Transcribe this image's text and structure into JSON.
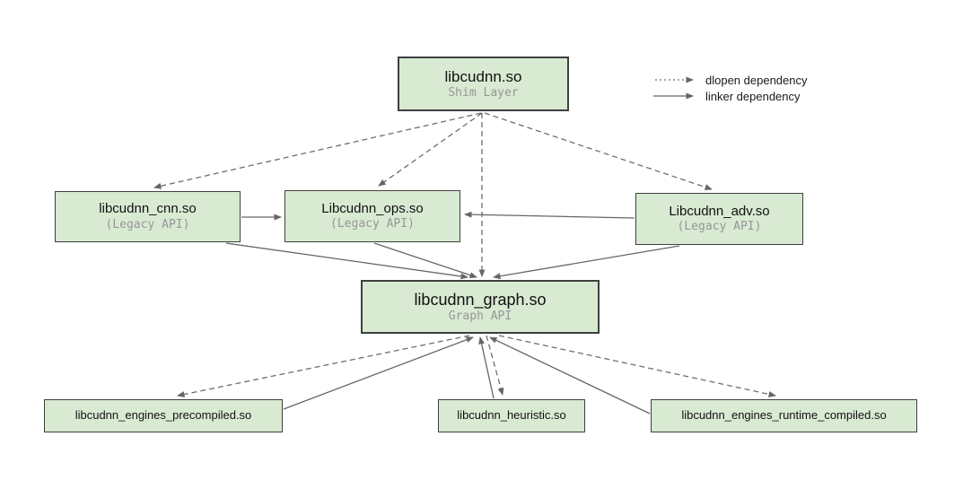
{
  "diagram": {
    "description": "cuDNN shared library dependency diagram"
  },
  "colors": {
    "node_fill": "#d9ead3",
    "node_border": "#3f3f3f",
    "edge": "#666666",
    "subtitle_text": "#969696",
    "title_text": "#111111"
  },
  "nodes": {
    "shim": {
      "title": "libcudnn.so",
      "subtitle": "Shim Layer"
    },
    "cnn": {
      "title": "libcudnn_cnn.so",
      "subtitle": "(Legacy API)"
    },
    "ops": {
      "title": "Libcudnn_ops.so",
      "subtitle": "(Legacy API)"
    },
    "adv": {
      "title": "Libcudnn_adv.so",
      "subtitle": "(Legacy API)"
    },
    "graph": {
      "title": "libcudnn_graph.so",
      "subtitle": "Graph API"
    },
    "precompiled": {
      "title": "libcudnn_engines_precompiled.so"
    },
    "heuristic": {
      "title": "libcudnn_heuristic.so"
    },
    "runtime": {
      "title": "libcudnn_engines_runtime_compiled.so"
    }
  },
  "edges": [
    {
      "from": "shim",
      "to": "cnn",
      "type": "dlopen"
    },
    {
      "from": "shim",
      "to": "ops",
      "type": "dlopen"
    },
    {
      "from": "shim",
      "to": "graph",
      "type": "dlopen"
    },
    {
      "from": "shim",
      "to": "adv",
      "type": "dlopen"
    },
    {
      "from": "graph",
      "to": "precompiled",
      "type": "dlopen"
    },
    {
      "from": "graph",
      "to": "heuristic",
      "type": "dlopen"
    },
    {
      "from": "graph",
      "to": "runtime",
      "type": "dlopen"
    },
    {
      "from": "cnn",
      "to": "ops",
      "type": "linker"
    },
    {
      "from": "adv",
      "to": "ops",
      "type": "linker"
    },
    {
      "from": "cnn",
      "to": "graph",
      "type": "linker"
    },
    {
      "from": "ops",
      "to": "graph",
      "type": "linker"
    },
    {
      "from": "adv",
      "to": "graph",
      "type": "linker"
    },
    {
      "from": "precompiled",
      "to": "graph",
      "type": "linker"
    },
    {
      "from": "heuristic",
      "to": "graph",
      "type": "linker"
    },
    {
      "from": "runtime",
      "to": "graph",
      "type": "linker"
    }
  ],
  "legend": {
    "dlopen_label": "dlopen dependency",
    "linker_label": "linker dependency"
  }
}
